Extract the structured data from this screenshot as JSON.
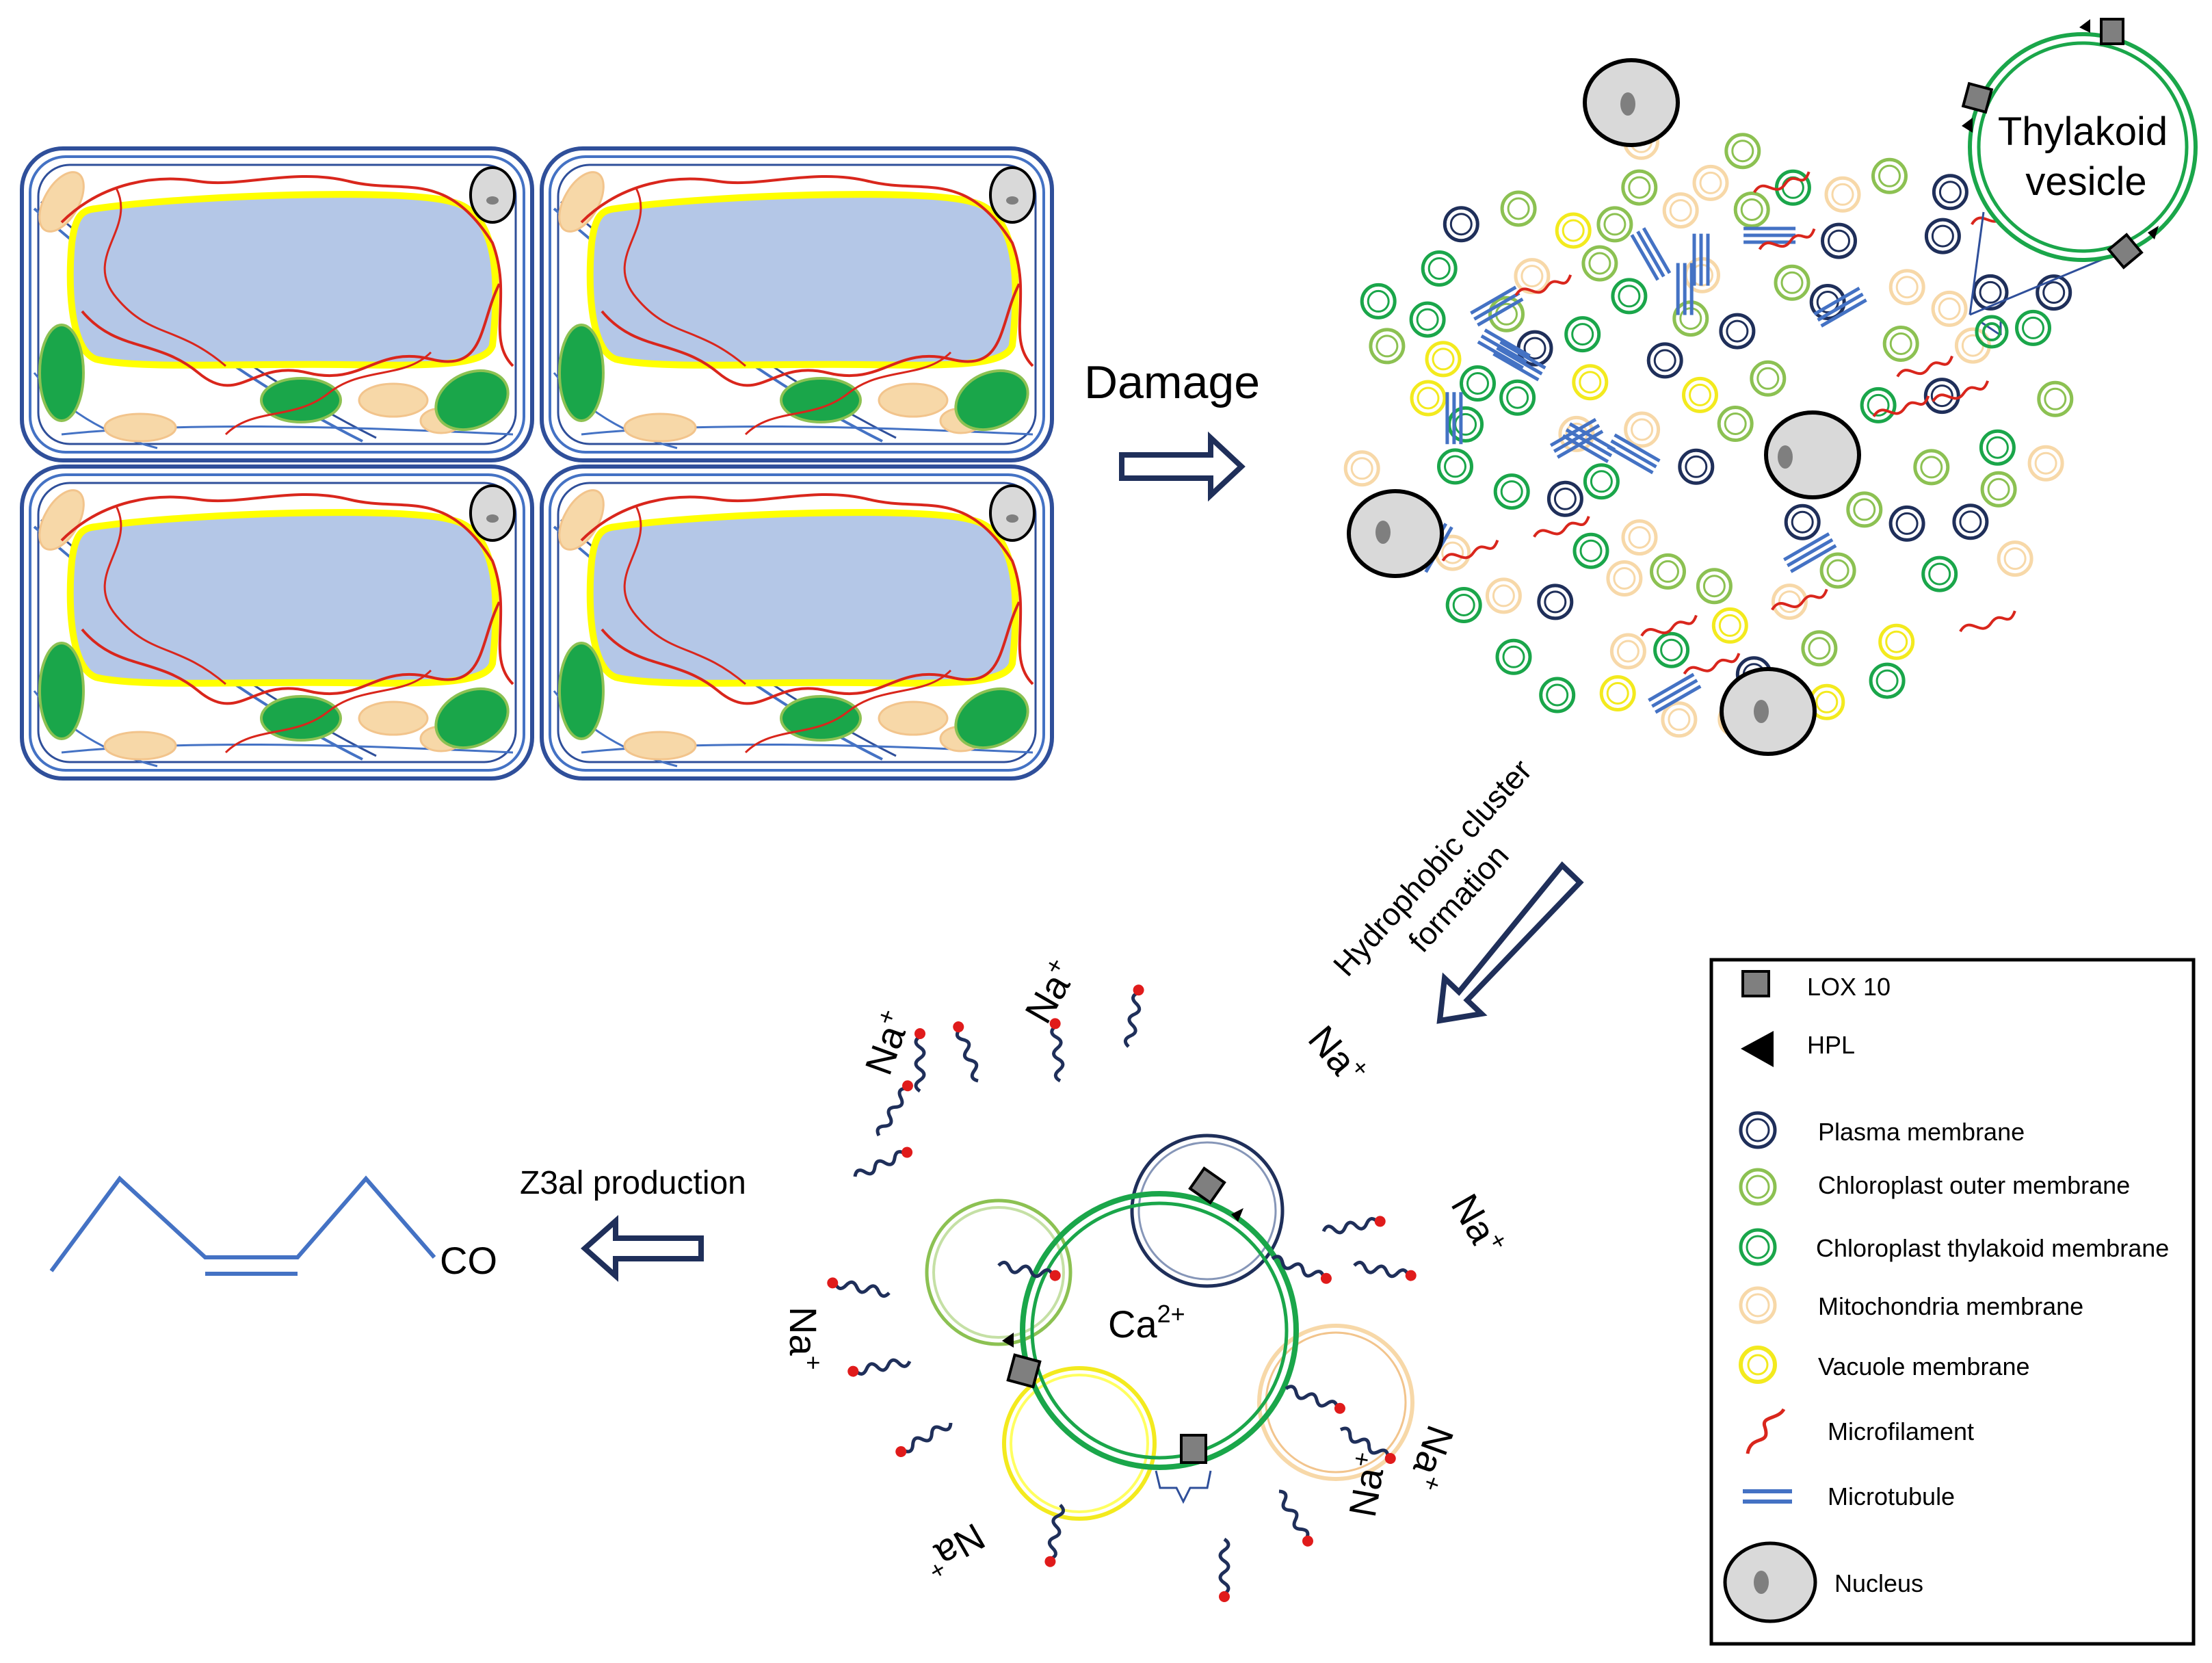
{
  "labels": {
    "damage": "Damage",
    "thylakoid_vesicle_line1": "Thylakoid",
    "thylakoid_vesicle_line2": "vesicle",
    "hydrophobic_line1": "Hydrophobic cluster",
    "hydrophobic_line2": "formation",
    "z3al": "Z3al production",
    "co": "CO",
    "ca_base": "Ca",
    "ca_sup": "2+",
    "na_base": "Na",
    "na_sup": "+"
  },
  "legend": {
    "items": [
      {
        "label": "LOX 10",
        "icon": "gray-square-icon"
      },
      {
        "label": "HPL",
        "icon": "black-triangle-icon"
      },
      {
        "label": "Plasma membrane",
        "icon": "navy-double-ring-icon",
        "color": "#1f2f5a"
      },
      {
        "label": "Chloroplast outer membrane",
        "icon": "lightgreen-double-ring-icon",
        "color": "#8cc152"
      },
      {
        "label": "Chloroplast thylakoid membrane",
        "icon": "green-double-ring-icon",
        "color": "#1aa64a"
      },
      {
        "label": "Mitochondria membrane",
        "icon": "peach-double-ring-icon",
        "color": "#f7d8a8"
      },
      {
        "label": "Vacuole membrane",
        "icon": "yellow-double-ring-icon",
        "color": "#f3ea1e"
      },
      {
        "label": "Microfilament",
        "icon": "red-squiggle-icon",
        "color": "#d9261c"
      },
      {
        "label": "Microtubule",
        "icon": "blue-double-line-icon",
        "color": "#4472c4"
      },
      {
        "label": "Nucleus",
        "icon": "gray-nucleus-icon",
        "color": "#d9d9d9"
      }
    ]
  },
  "colors": {
    "cell_wall": "#2f4f9a",
    "vacuole": "#b4c7e7",
    "tonoplast": "#ffff00",
    "microfilament": "#d9261c",
    "chloroplast": "#1aa64a",
    "mitochondria": "#f7d8a8",
    "arrow_outline": "#1f2f5a"
  }
}
